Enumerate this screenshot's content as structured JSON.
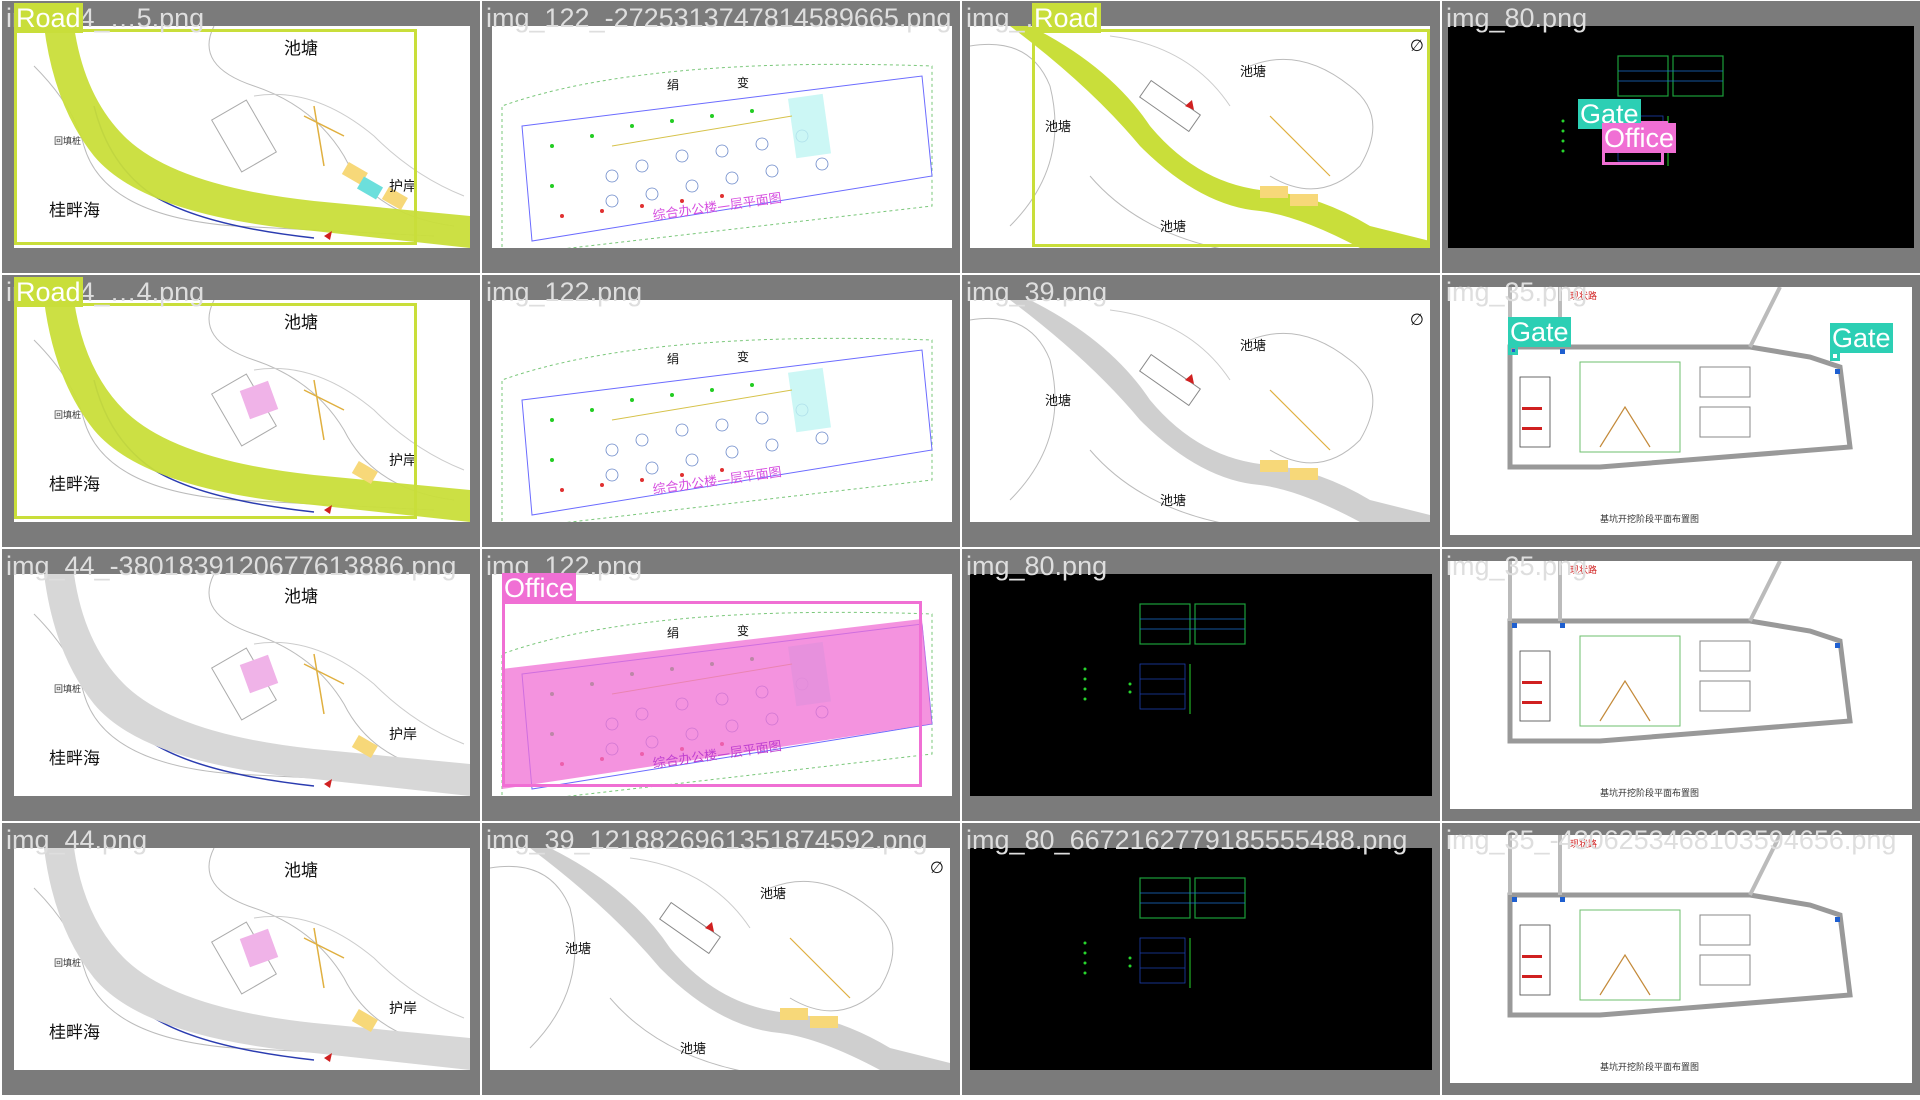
{
  "colors": {
    "road": "#c9de3a",
    "gate": "#2ccfb4",
    "office": "#f06fd4",
    "background": "#7b7b7b"
  },
  "cells": [
    {
      "filename": "img_44_…5.png",
      "label": "Road",
      "map_labels": {
        "pond": "池塘",
        "bay": "桂畔海",
        "revetment": "护岸",
        "seawall": "回填桩"
      }
    },
    {
      "filename": "img_122_-2725313747814589665.png",
      "labels": {
        "a": "绢",
        "b": "变",
        "c": "综合办公楼—层平面图"
      }
    },
    {
      "filename": "img_…g",
      "label": "Road",
      "map_labels": {
        "pond_top": "池塘",
        "pond_left": "池塘",
        "pond_bottom": "池塘"
      }
    },
    {
      "filename": "img_80.png",
      "label_gate": "Gate",
      "label_office": "Office"
    },
    {
      "filename": "img_44_…4.png",
      "label": "Road",
      "map_labels": {
        "pond": "池塘",
        "bay": "桂畔海",
        "revetment": "护岸",
        "seawall": "回填桩"
      }
    },
    {
      "filename": "img_122.png",
      "labels": {
        "a": "绢",
        "b": "变",
        "c": "综合办公楼—层平面图"
      }
    },
    {
      "filename": "img_39.png",
      "map_labels": {
        "pond_top": "池塘",
        "pond_left": "池塘",
        "pond_bottom": "池塘"
      }
    },
    {
      "filename": "img_35.png",
      "label_gate_left": "Gate",
      "label_gate_right": "Gate",
      "map_labels": {
        "title": "现状路",
        "caption": "基坑开挖阶段平面布置图"
      }
    },
    {
      "filename": "img_44_-3801839120677613886.png",
      "map_labels": {
        "pond": "池塘",
        "bay": "桂畔海",
        "revetment": "护岸",
        "seawall": "回填桩"
      }
    },
    {
      "filename": "img_122.png",
      "label": "Office",
      "labels": {
        "a": "绢",
        "b": "变",
        "c": "综合办公楼—层平面图"
      }
    },
    {
      "filename": "img_80.png"
    },
    {
      "filename": "img_35.png",
      "map_labels": {
        "title": "现状路",
        "caption": "基坑开挖阶段平面布置图"
      }
    },
    {
      "filename": "img_44.png",
      "map_labels": {
        "pond": "池塘",
        "bay": "桂畔海",
        "revetment": "护岸",
        "seawall": "回填桩"
      }
    },
    {
      "filename": "img_39_1218826961351874592.png",
      "map_labels": {
        "pond_top": "池塘",
        "pond_left": "池塘",
        "pond_bottom": "池塘"
      }
    },
    {
      "filename": "img_80_6672162779185555488.png"
    },
    {
      "filename": "img_35_-4306253468103594656.png",
      "map_labels": {
        "title": "现状路",
        "caption": "基坑开挖阶段平面布置图"
      }
    }
  ]
}
